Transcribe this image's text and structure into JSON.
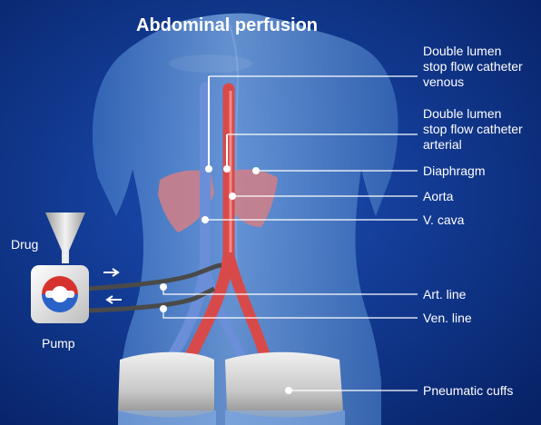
{
  "title": "Abdominal perfusion",
  "labels": {
    "catheter_venous": "Double lumen\nstop flow catheter\nvenous",
    "catheter_arterial": "Double lumen\nstop flow catheter\narterial",
    "diaphragm": "Diaphragm",
    "aorta": "Aorta",
    "vcava": "V. cava",
    "art_line": "Art. line",
    "ven_line": "Ven. line",
    "pneumatic_cuffs": "Pneumatic cuffs",
    "drug": "Drug",
    "pump": "Pump"
  },
  "colors": {
    "background": "#0b2f88",
    "body": "#5b8fcf",
    "artery": "#d84a4a",
    "vein": "#6a8ed8",
    "diaphragm": "#d27f86",
    "pump_body": "#e6e6e6",
    "pump_red": "#d6332f",
    "pump_blue": "#2a62c8",
    "cuff": "#d2d2d2"
  }
}
